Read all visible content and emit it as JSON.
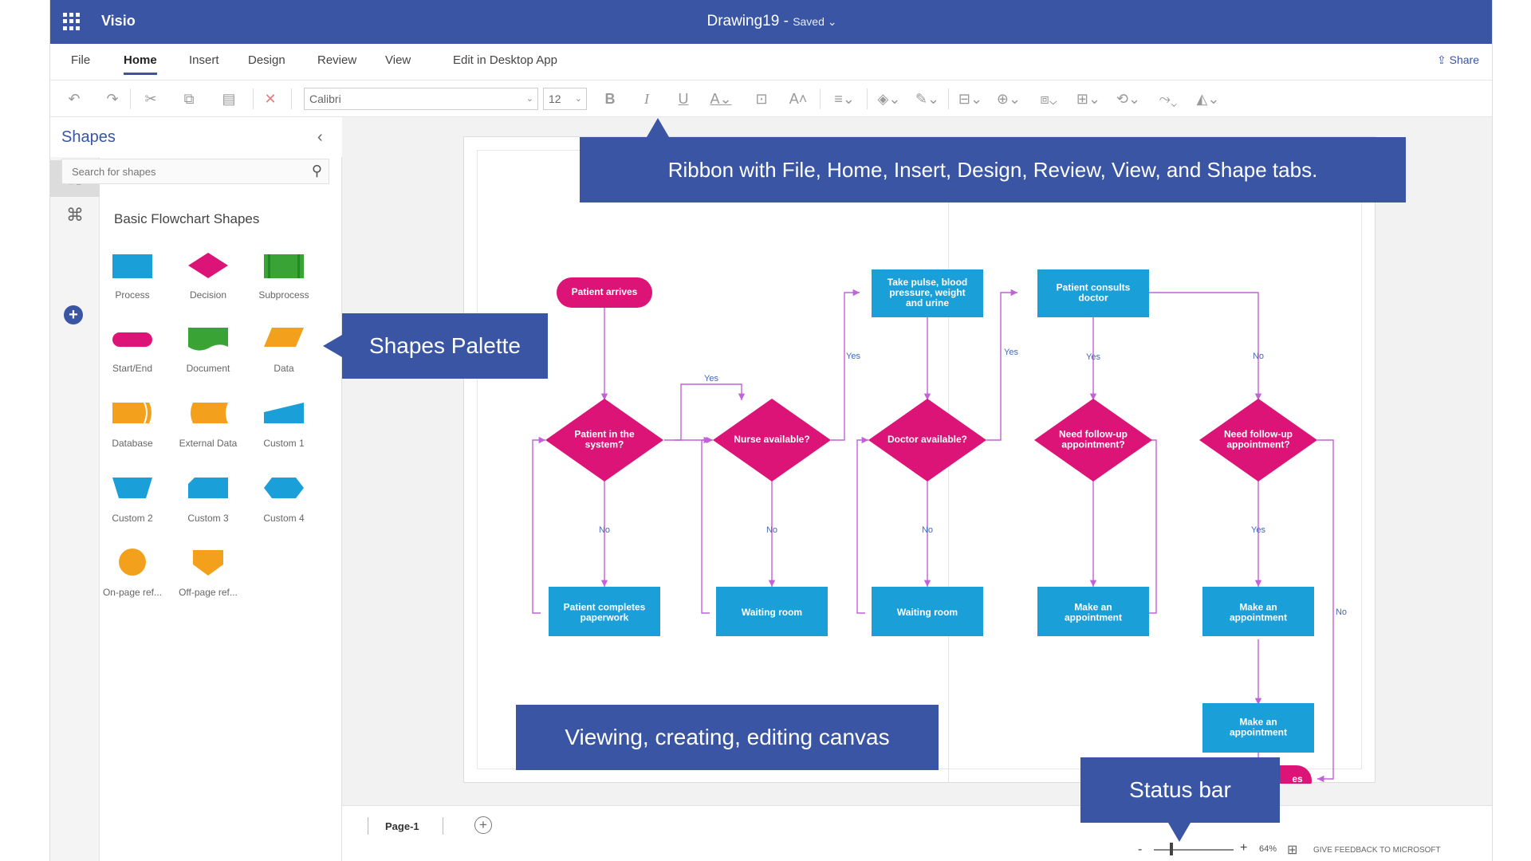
{
  "titlebar": {
    "app_name": "Visio",
    "doc_title": "Drawing19",
    "separator": "-",
    "save_status": "Saved",
    "bg_color": "#3955a3"
  },
  "tabs": [
    {
      "label": "File"
    },
    {
      "label": "Home",
      "active": true
    },
    {
      "label": "Insert"
    },
    {
      "label": "Design"
    },
    {
      "label": "Review"
    },
    {
      "label": "View"
    },
    {
      "label": "Edit in Desktop App"
    }
  ],
  "share_label": "Share",
  "toolbar": {
    "font_name": "Calibri",
    "font_size": "12",
    "buttons": [
      "undo-icon",
      "redo-icon",
      "cut-icon",
      "copy-icon",
      "paste-icon",
      "delete-icon",
      "bold-icon",
      "italic-icon",
      "underline-icon",
      "font-color-icon",
      "text-box-icon",
      "grow-font-icon",
      "align-icon",
      "fill-icon",
      "line-color-icon",
      "position-icon",
      "arrange-icon",
      "bring-forward-icon",
      "group-icon",
      "rotate-icon",
      "connector-icon",
      "style-icon"
    ]
  },
  "shapes_panel": {
    "title": "Shapes",
    "search_placeholder": "Search for shapes",
    "category": "Basic Flowchart Shapes",
    "shapes": [
      {
        "label": "Process",
        "icon": "process-shape"
      },
      {
        "label": "Decision",
        "icon": "decision-shape"
      },
      {
        "label": "Subprocess",
        "icon": "subprocess-shape"
      },
      {
        "label": "Start/End",
        "icon": "start-end-shape"
      },
      {
        "label": "Document",
        "icon": "document-shape"
      },
      {
        "label": "Data",
        "icon": "data-shape"
      },
      {
        "label": "Database",
        "icon": "database-shape"
      },
      {
        "label": "External Data",
        "icon": "external-data-shape"
      },
      {
        "label": "Custom 1",
        "icon": "custom1-shape"
      },
      {
        "label": "Custom 2",
        "icon": "custom2-shape"
      },
      {
        "label": "Custom 3",
        "icon": "custom3-shape"
      },
      {
        "label": "Custom 4",
        "icon": "custom4-shape"
      },
      {
        "label": "On-page ref...",
        "icon": "on-page-ref-shape"
      },
      {
        "label": "Off-page ref...",
        "icon": "off-page-ref-shape"
      }
    ]
  },
  "flowchart": {
    "start": "Patient arrives",
    "decisions": [
      "Patient in the system?",
      "Nurse available?",
      "Doctor available?",
      "Need follow-up appointment?",
      "Need follow-up appointment?"
    ],
    "processes_top": [
      "Take pulse, blood pressure, weight and urine",
      "Patient consults doctor"
    ],
    "processes_bottom": [
      "Patient completes paperwork",
      "Waiting room",
      "Waiting room",
      "Make an appointment",
      "Make an appointment"
    ],
    "process_extra": "Make an appointment",
    "end_partial": "es",
    "edge_labels": {
      "yes": "Yes",
      "no": "No"
    },
    "colors": {
      "decision": "#dc1478",
      "process": "#1a9fd9",
      "connector": "#c261d9"
    }
  },
  "callouts": {
    "ribbon": "Ribbon with File, Home, Insert, Design, Review, View, and Shape tabs.",
    "palette": "Shapes Palette",
    "canvas": "Viewing, creating, editing canvas",
    "statusbar": "Status bar"
  },
  "statusbar": {
    "page_tab": "Page-1",
    "zoom_minus": "-",
    "zoom_plus": "+",
    "zoom": "64%",
    "feedback": "GIVE FEEDBACK TO MICROSOFT"
  }
}
